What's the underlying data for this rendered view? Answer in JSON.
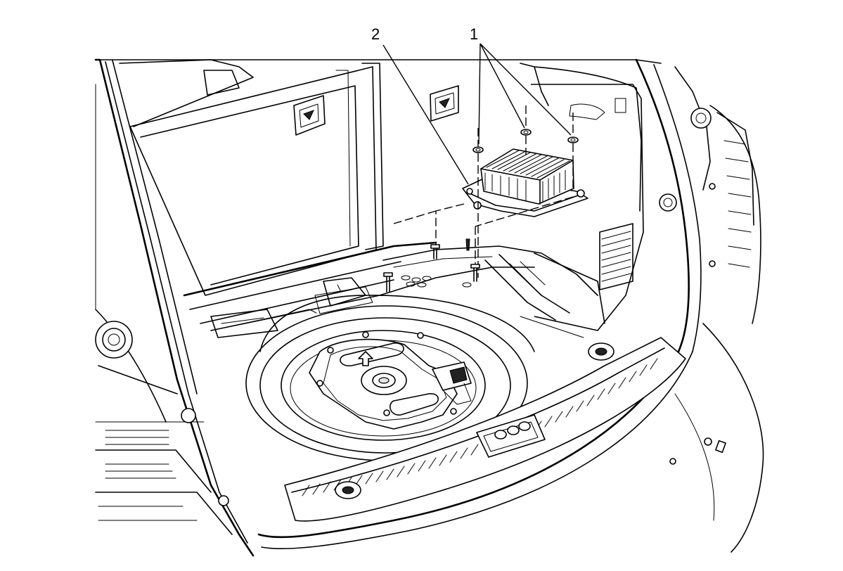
{
  "figure": {
    "callouts": [
      {
        "id": "1",
        "label": "1"
      },
      {
        "id": "2",
        "label": "2"
      }
    ]
  }
}
